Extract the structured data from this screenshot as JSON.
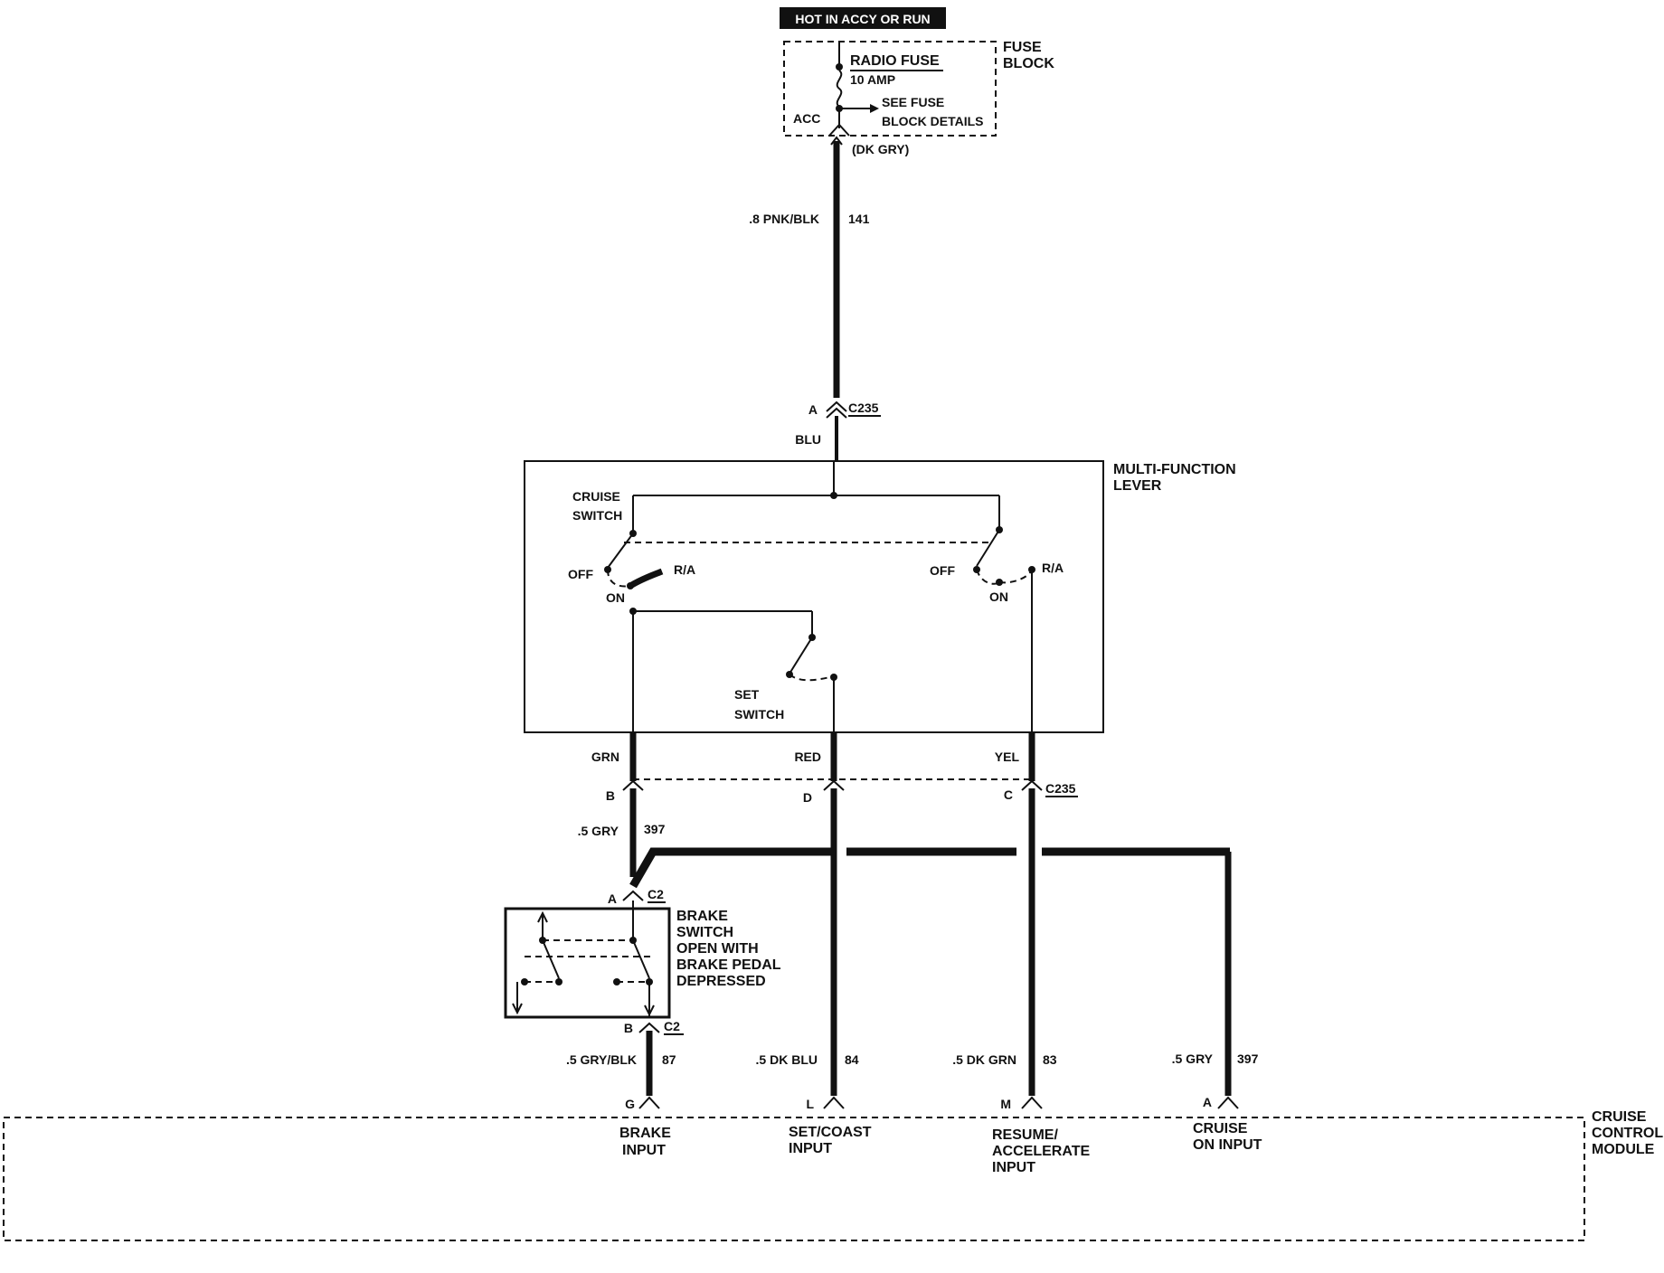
{
  "power": {
    "hot_label": "HOT IN ACCY OR RUN"
  },
  "fuse_block": {
    "title_line1": "FUSE",
    "title_line2": "BLOCK",
    "fuse_name": "RADIO FUSE",
    "fuse_rating": "10 AMP",
    "see_line1": "SEE FUSE",
    "see_line2": "BLOCK DETAILS",
    "acc_label": "ACC",
    "terminal_color": "(DK GRY)"
  },
  "wires": {
    "feed": {
      "gauge_color": ".8 PNK/BLK",
      "circuit": "141"
    },
    "feed_blu": "BLU",
    "grn": "GRN",
    "red": "RED",
    "yel": "YEL",
    "gry_397": {
      "gauge_color": ".5 GRY",
      "circuit": "397"
    },
    "gry_blk_87": {
      "gauge_color": ".5 GRY/BLK",
      "circuit": "87"
    },
    "dk_blu_84": {
      "gauge_color": ".5 DK BLU",
      "circuit": "84"
    },
    "dk_grn_83": {
      "gauge_color": ".5 DK GRN",
      "circuit": "83"
    },
    "gry_397_right": {
      "gauge_color": ".5 GRY",
      "circuit": "397"
    }
  },
  "connectors": {
    "c235_top": {
      "name": "C235",
      "pin": "A"
    },
    "c235_bottom": {
      "name": "C235",
      "pins": [
        "B",
        "D",
        "C"
      ]
    },
    "c2_top": {
      "name": "C2",
      "pin": "A"
    },
    "c2_bottom": {
      "name": "C2",
      "pin": "B"
    }
  },
  "multifunction_lever": {
    "title_line1": "MULTI-FUNCTION",
    "title_line2": "LEVER",
    "cruise_switch_line1": "CRUISE",
    "cruise_switch_line2": "SWITCH",
    "off_left": "OFF",
    "ra_left": "R/A",
    "on_left": "ON",
    "off_right": "OFF",
    "ra_right": "R/A",
    "on_right": "ON",
    "set_switch_line1": "SET",
    "set_switch_line2": "SWITCH"
  },
  "brake_switch": {
    "line1": "BRAKE",
    "line2": "SWITCH",
    "line3": "OPEN WITH",
    "line4": "BRAKE PEDAL",
    "line5": "DEPRESSED"
  },
  "cruise_module": {
    "title_line1": "CRUISE",
    "title_line2": "CONTROL",
    "title_line3": "MODULE",
    "pins": [
      {
        "pin": "G",
        "line1": "BRAKE",
        "line2": "INPUT",
        "line3": ""
      },
      {
        "pin": "L",
        "line1": "SET/COAST",
        "line2": "INPUT",
        "line3": ""
      },
      {
        "pin": "M",
        "line1": "RESUME/",
        "line2": "ACCELERATE",
        "line3": "INPUT"
      },
      {
        "pin": "A",
        "line1": "CRUISE",
        "line2": "ON INPUT",
        "line3": ""
      }
    ]
  }
}
